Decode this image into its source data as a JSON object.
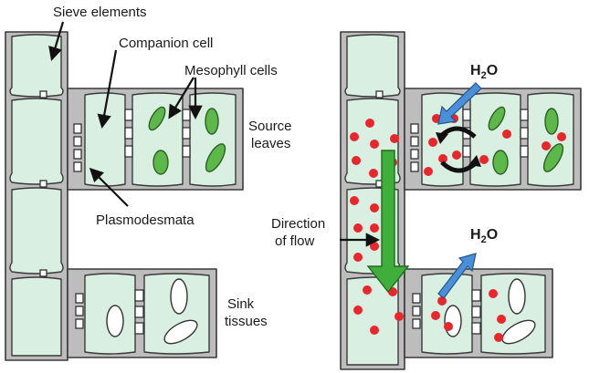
{
  "labels": {
    "sieve_elements": "Sieve elements",
    "companion_cell": "Companion cell",
    "mesophyll_cells": "Mesophyll cells",
    "source_line1": "Source",
    "source_line2": "leaves",
    "plasmodesmata": "Plasmodesmata",
    "sink_line1": "Sink",
    "sink_line2": "tissues",
    "direction_line1": "Direction",
    "direction_line2": "of flow",
    "water_top": "H",
    "water_top_sub": "2",
    "water_top_end": "O",
    "water_bottom": "H",
    "water_bottom_sub": "2",
    "water_bottom_end": "O"
  },
  "colors": {
    "cytoplasm": "#d9efe1",
    "cell_wall": "#bdbdbd",
    "chloroplast": "#5db84a",
    "sugar": "#e8262b",
    "flow_arrow": "#3fae3a",
    "water_arrow": "#4a90d9"
  },
  "icons": {
    "flow": "down-arrow-icon",
    "water_in": "water-in-arrow-icon",
    "water_out": "water-out-arrow-icon",
    "cycle": "curved-arrow-icon"
  }
}
